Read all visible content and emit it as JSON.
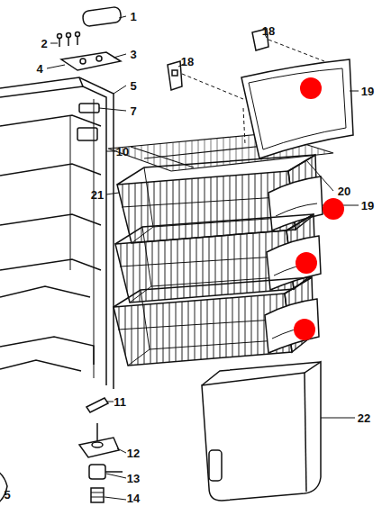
{
  "diagram": {
    "labels": [
      "1",
      "2",
      "3",
      "4",
      "5",
      "18",
      "18",
      "7",
      "19",
      "10",
      "20",
      "21",
      "19",
      "11",
      "12",
      "22",
      "13",
      "5",
      "14"
    ]
  }
}
